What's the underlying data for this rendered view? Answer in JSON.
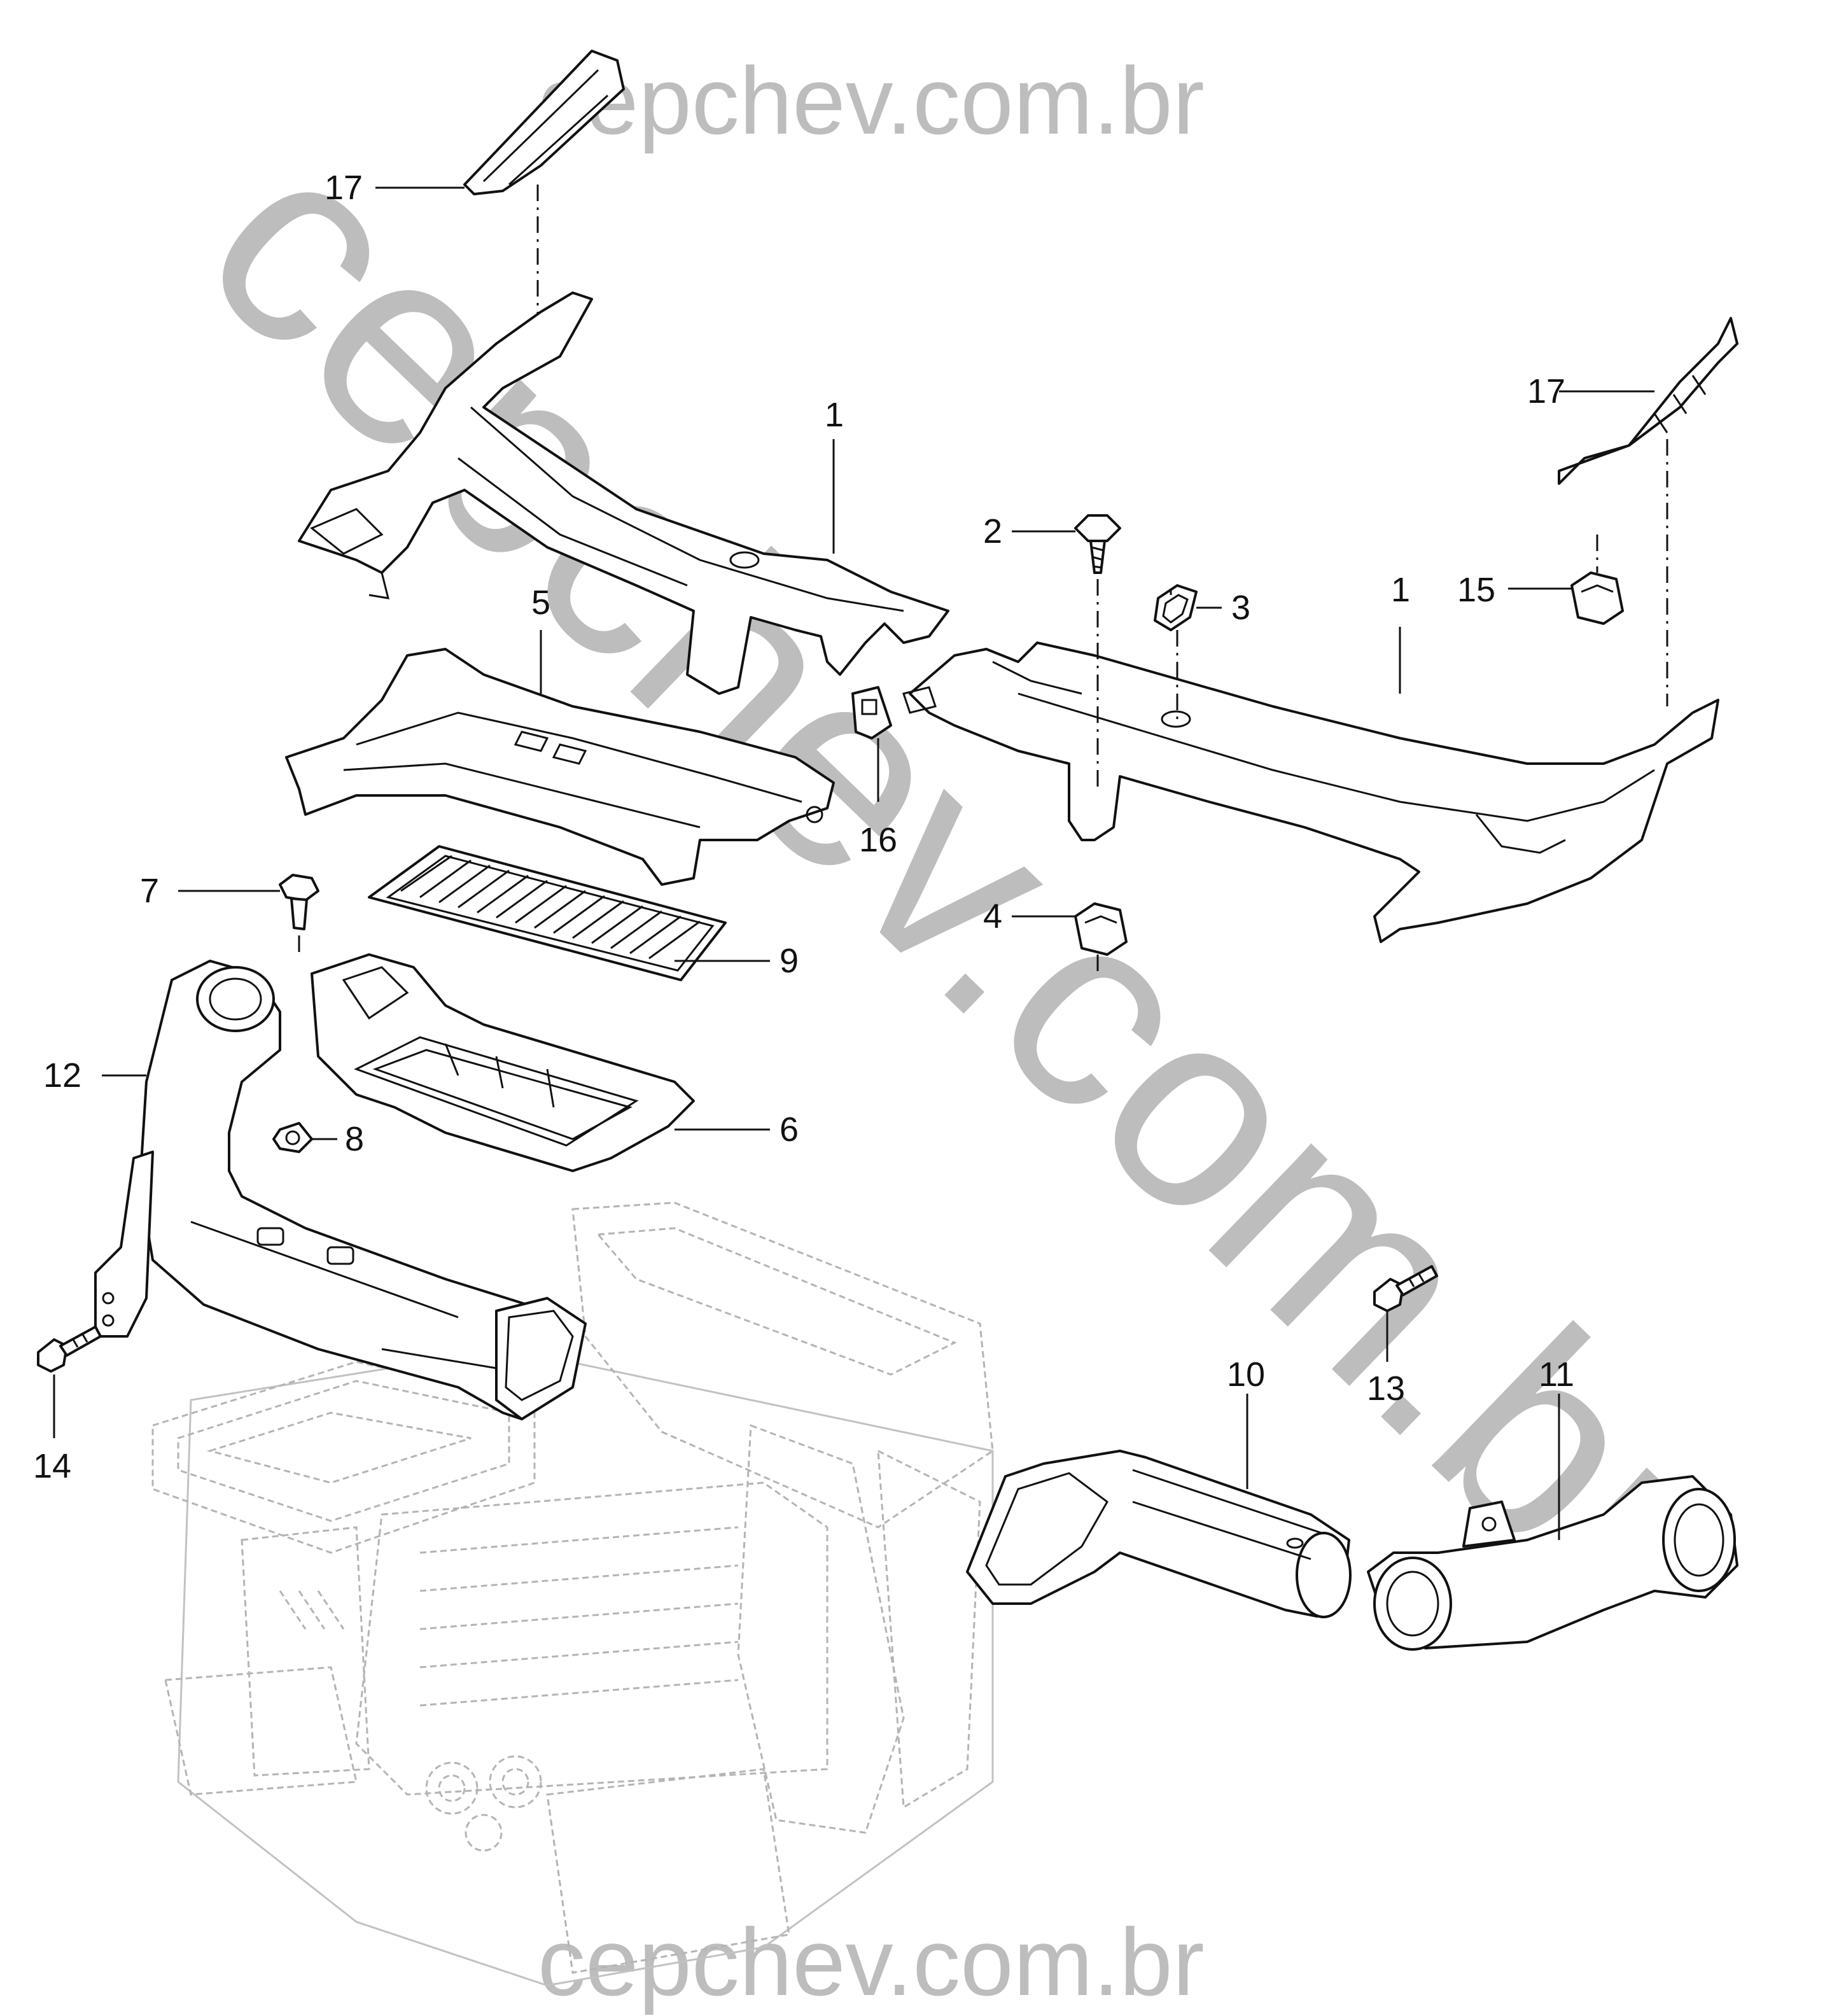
{
  "watermarks": {
    "top": "cepchev.com.br",
    "diagonal": "cepchev.com.br",
    "bottom": "cepchev.com.br"
  },
  "callouts": {
    "c1_left": "1",
    "c1_right": "1",
    "c2": "2",
    "c3": "3",
    "c4": "4",
    "c5": "5",
    "c6": "6",
    "c7": "7",
    "c8": "8",
    "c9": "9",
    "c10": "10",
    "c11": "11",
    "c12": "12",
    "c13": "13",
    "c14": "14",
    "c15": "15",
    "c16": "16",
    "c17_left": "17",
    "c17_right": "17"
  }
}
